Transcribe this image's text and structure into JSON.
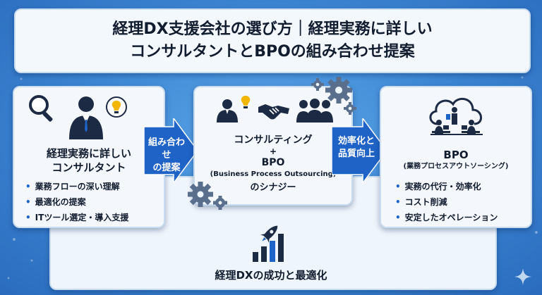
{
  "title": {
    "line1": "経理DX支援会社の選び方｜経理実務に詳しい",
    "line2": "コンサルタントとBPOの組み合わせ提案"
  },
  "left_card": {
    "heading_line1": "経理実務に詳しい",
    "heading_line2": "コンサルタント",
    "bullets": [
      "業務フローの深い理解",
      "最適化の提案",
      "ITツール選定・導入支援"
    ]
  },
  "arrow_left": {
    "line1": "組み合わせ",
    "line2": "の提案"
  },
  "mid_card": {
    "line1": "コンサルティング",
    "plus": "+",
    "line2": "BPO",
    "line3": "(Business Process Outsourcing)",
    "line4": "のシナジー"
  },
  "arrow_right": {
    "line1": "効率化と",
    "line2": "品質向上"
  },
  "right_card": {
    "heading": "BPO",
    "subheading": "(業務プロセスアウトソーシング)",
    "bullets": [
      "実務の代行・効率化",
      "コスト削減",
      "安定したオペレーション"
    ]
  },
  "footer": {
    "label": "経理DXの成功と最適化"
  },
  "colors": {
    "accent": "#1e64c8",
    "arrow": "#1f63c6",
    "icon_dark": "#1d2a44",
    "gear": "#5a6f8c"
  },
  "icons": [
    "magnifier-icon",
    "consultant-icon",
    "lightbulb-icon",
    "gear-icon",
    "handshake-icon",
    "team-icon",
    "cloud-office-icon",
    "rocket-growth-icon",
    "sparkle-icon"
  ]
}
